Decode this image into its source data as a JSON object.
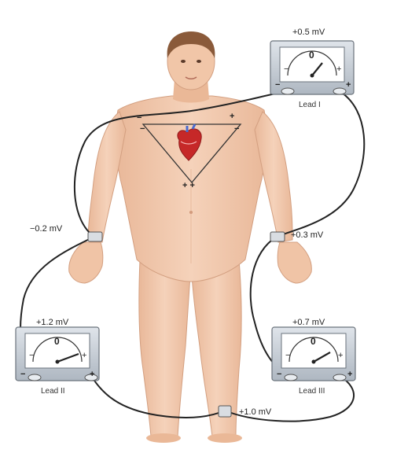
{
  "diagram": {
    "meters": [
      {
        "id": "lead-i",
        "name": "Lead I",
        "reading": "+0.5 mV",
        "scale_zero": "0",
        "minus": "−",
        "plus": "+"
      },
      {
        "id": "lead-ii",
        "name": "Lead II",
        "reading": "+1.2 mV",
        "scale_zero": "0",
        "minus": "−",
        "plus": "+"
      },
      {
        "id": "lead-iii",
        "name": "Lead III",
        "reading": "+0.7 mV",
        "scale_zero": "0",
        "minus": "−",
        "plus": "+"
      }
    ],
    "electrode_potentials": {
      "right_arm": "−0.2 mV",
      "left_arm": "+0.3 mV",
      "left_leg": "+1.0 mV"
    },
    "triangle_signs": {
      "top_left": "−",
      "top_right": "+",
      "left_edge": "−",
      "right_edge": "−",
      "bottom": "+ +"
    },
    "colors": {
      "skin": "#f2c9ae",
      "skin_shadow": "#e2ad8e",
      "hair": "#8a5a3a",
      "meter_body": "#c9d0d8",
      "meter_face": "#ffffff",
      "wire": "#222222",
      "heart": "#c62828"
    }
  }
}
